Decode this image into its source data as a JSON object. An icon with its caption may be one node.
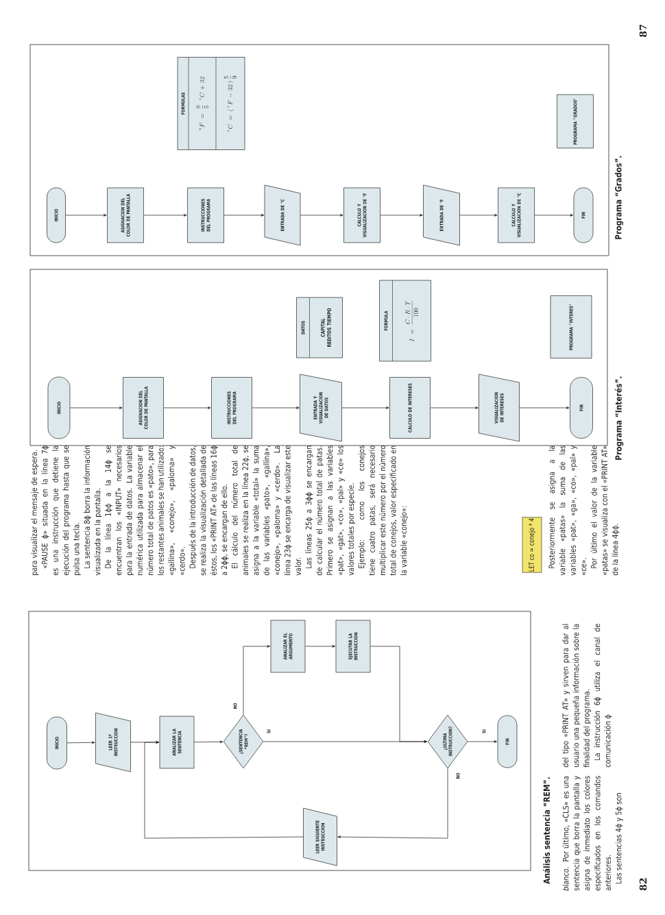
{
  "diagram": {
    "nodes": [
      {
        "text": [
          "INICIO"
        ]
      },
      {
        "text": [
          "LEER 1º INSTRUCCION"
        ]
      },
      {
        "text": [
          "ANALIZAR LA SENTENCIA"
        ]
      },
      {
        "text": [
          "¿SENTENCIA “REM”?"
        ]
      },
      {
        "text": [
          "ANALIZAR EL ARGUMENTO"
        ]
      },
      {
        "text": [
          "EJECUTAR LA INSTRUCCION"
        ]
      },
      {
        "text": [
          "¿ULTIMA INSTRUCCION?"
        ]
      },
      {
        "text": [
          "FIN"
        ]
      },
      {
        "text": [
          "LEER SIGUIENTE INSTRUCCION"
        ]
      },
      {
        "text": [
          "INICIO"
        ]
      },
      {
        "text": [
          "ASIGNACION DEL COLOR DE PANTALLA"
        ]
      },
      {
        "text": [
          "INSTRUCCIONES DEL PROGRAMA"
        ]
      },
      {
        "text": [
          "ENTRADA Y VISUALIZACION DE DATOS"
        ]
      },
      {
        "text": [
          "CALCULO DE INTERESES"
        ]
      },
      {
        "text": [
          "VISUALIZACION DE INTERESES"
        ]
      },
      {
        "text": [
          "FIN"
        ]
      },
      {
        "text": [
          "DATOS",
          "CAPITAL REDITOS TIEMPO"
        ]
      },
      {
        "text": [
          "FORMULA",
          "I = \\frac{C \\cdot R \\cdot T}{100}"
        ]
      },
      {
        "text": [
          "PROGRAMA \"INTERES\""
        ]
      },
      {
        "text": [
          "INICIO"
        ]
      },
      {
        "text": [
          "ASIGNACION DEL COLOR DE PANTALLA"
        ]
      },
      {
        "text": [
          "INSTRUCCIONES DEL PROGRAMA"
        ]
      },
      {
        "text": [
          "ENTRADA DE °C"
        ]
      },
      {
        "text": [
          "CALCULO Y VISUALIZACION DE °F"
        ]
      },
      {
        "text": [
          "ENTRADA DE °F"
        ]
      },
      {
        "text": [
          "CALCULO Y VISUALIZACION DE °C"
        ]
      },
      {
        "text": [
          "FIN"
        ]
      },
      {
        "text": [
          "FORMULAS",
          "{}^{\\circ}F = \\frac{9}{5}\\;{}^{\\circ}C + 32",
          "{}^{\\circ}C = (\\,{}^{\\circ}F - 32\\,)\\,\\frac{5}{9}"
        ]
      },
      {
        "text": [
          "PROGRAMA \"GRADOS\""
        ]
      },
      {
        "text": [
          "LET co = conejo * 4"
        ]
      }
    ],
    "edges": [
      {
        "from": 0,
        "to": 1,
        "arrow": "to"
      },
      {
        "from": 1,
        "to": 2,
        "arrow": "to"
      },
      {
        "from": 2,
        "to": 3,
        "arrow": "to"
      },
      {
        "from": 3,
        "to": 4,
        "arrow": "to",
        "label": "NO"
      },
      {
        "from": 4,
        "to": 5,
        "arrow": "to"
      },
      {
        "from": 5,
        "to": 6,
        "arrow": "to"
      },
      {
        "from": 3,
        "to": 6,
        "arrow": "to",
        "label": "SI"
      },
      {
        "from": 6,
        "to": 7,
        "arrow": "to",
        "label": "SI"
      },
      {
        "from": 6,
        "to": 8,
        "arrow": "to",
        "label": "NO"
      },
      {
        "from": 8,
        "to": 2,
        "arrow": "to"
      },
      {
        "from": 9,
        "to": 10,
        "arrow": "to"
      },
      {
        "from": 10,
        "to": 11,
        "arrow": "to"
      },
      {
        "from": 11,
        "to": 12,
        "arrow": "to"
      },
      {
        "from": 12,
        "to": 13,
        "arrow": "to"
      },
      {
        "from": 13,
        "to": 14,
        "arrow": "to"
      },
      {
        "from": 14,
        "to": 15,
        "arrow": "to"
      },
      {
        "from": 19,
        "to": 20,
        "arrow": "to"
      },
      {
        "from": 20,
        "to": 21,
        "arrow": "to"
      },
      {
        "from": 21,
        "to": 22,
        "arrow": "to"
      },
      {
        "from": 22,
        "to": 23,
        "arrow": "to"
      },
      {
        "from": 23,
        "to": 24,
        "arrow": "to"
      },
      {
        "from": 24,
        "to": 25,
        "arrow": "to"
      },
      {
        "from": 25,
        "to": 26,
        "arrow": "to"
      }
    ],
    "labels": [
      "Análisis sentencia “REM”.",
      "*blanco*. Por último, «CLS» es una sentencia que borra la pantalla y asigna de inmediato los colores especificados en los comandos anteriores.",
      "Las sentencias 4ϕ y 5ϕ son",
      "del tipo «PRINT AT» y sirven para dar al usuario una pequeña información sobre la finalidad del programa.",
      "La instrucción 6ϕ utiliza el canal de comunicación ϕ",
      "para visualizar el mensaje de espera.",
      "«PAUSE ϕ» situada en la línea 7ϕ es una instrucción que detiene la ejecución del programa hasta que se pulsa una tecla.",
      "La sentencia 8ϕ borra la información visualizada en la pantalla.",
      "De la línea 1ϕϕ a la 14ϕ se encuentran los «INPUT» necesarios para la entrada de datos. La variable numérica utilizada para almacenar el número total de patos es «pato», para los restantes animales se han utilizado: «gallina», «conejo», «paloma» y «cerdo».",
      "Después de la introducción de datos, se realiza la visualización detallada de éstos, los «PRINT AT» de las líneas 16ϕ a 2ϕϕ, se encargan de ello.",
      "El cálculo del número total de animales se realiza en la línea 22ϕ, se asigna a la variable «total» la suma de las variables «pato», «gallina», «conejo», «paloma» y «cerdo». La línea 23ϕ se encarga de visualizar este valor.",
      "Las líneas 25ϕ a 3ϕϕ se encargan de calcular el número total de patas. Primero se asignan a las variables «pat», «gat», «co», «pal» y «ce» los valores totales por especie.",
      "Ejemplo: como los conejos tiene cuatro patas, será necesario multiplicar este número por el número total de conejos, valor especificado en la variable «conejo»:",
      "Posteriormente se asigna a la variable «patas» la suma de las variables «pat», «ga», «co», «pal» y «ce».",
      "Por último el valor de la variable «patas» se visualiza con el «PRINT AT» de la línea 4ϕϕ.",
      "Programa “Interés”.",
      "Programa “Grados”.",
      "82",
      "87"
    ]
  }
}
